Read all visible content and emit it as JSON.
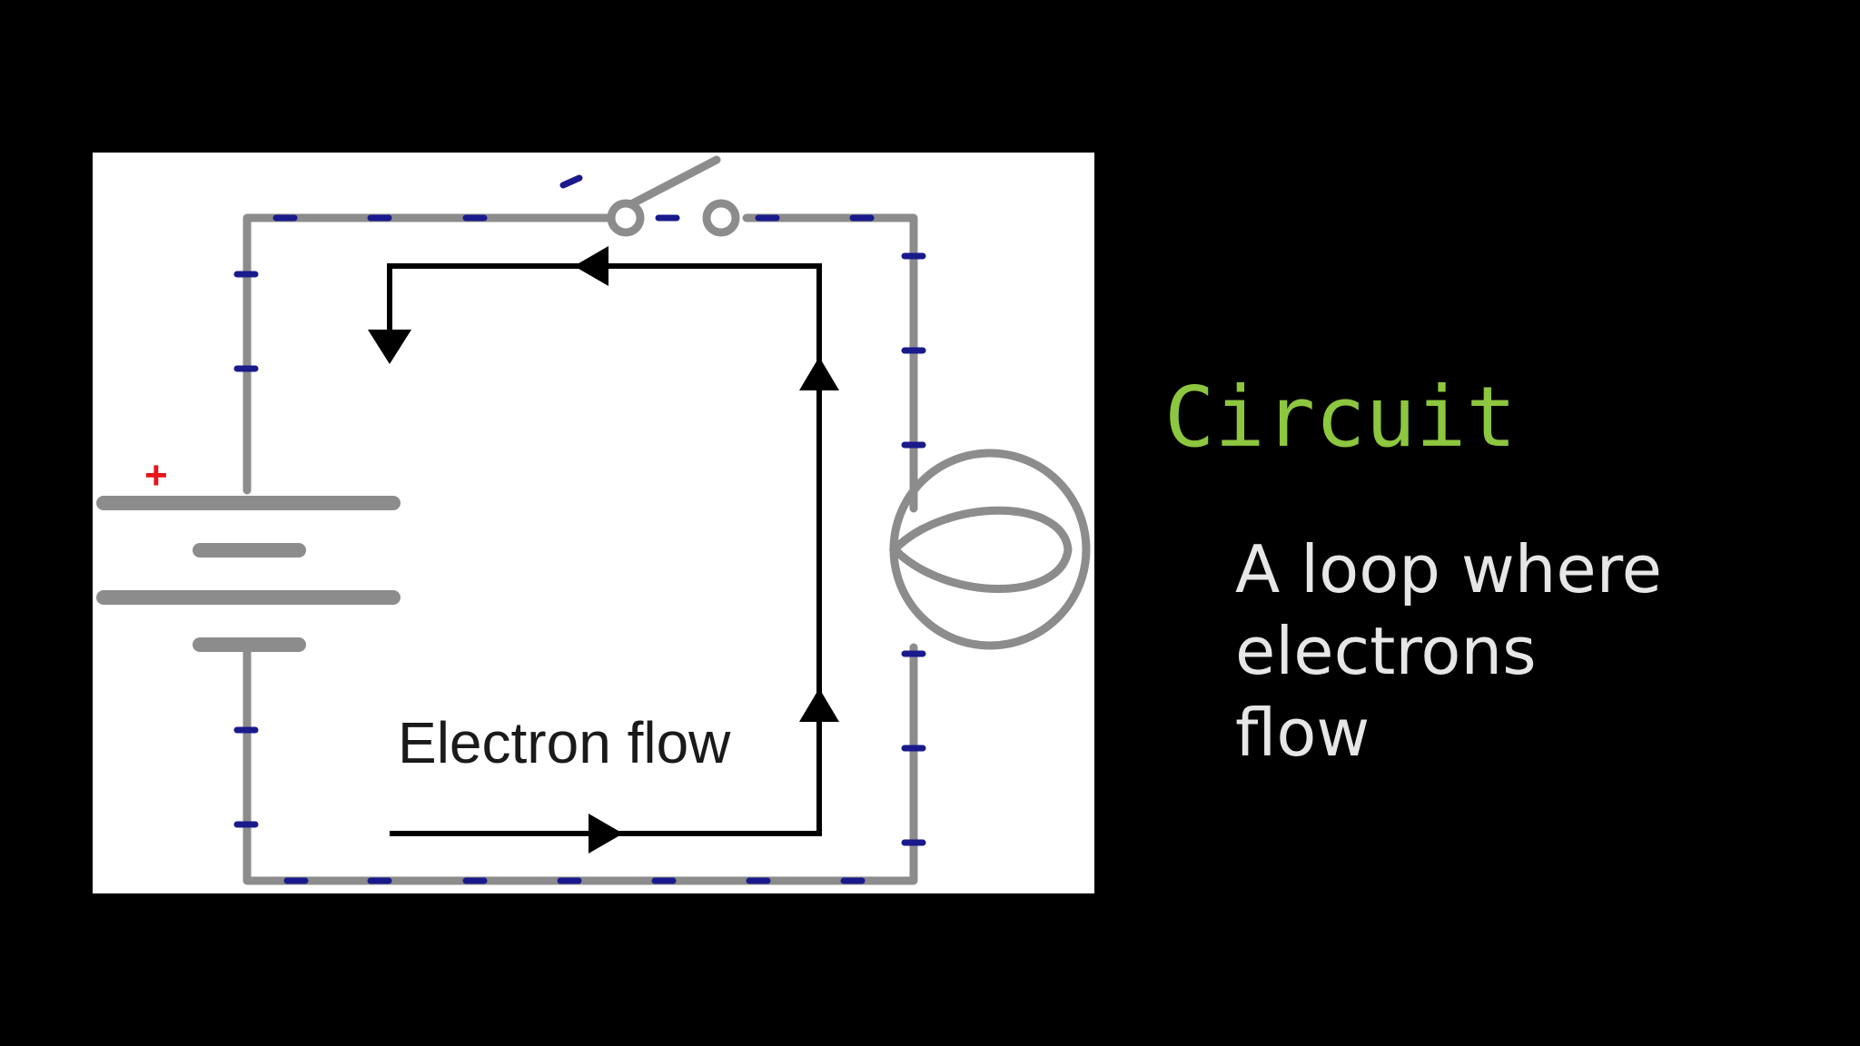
{
  "slide": {
    "title": "Circuit",
    "body_lines": [
      "A loop where",
      "electrons",
      "flow"
    ]
  },
  "diagram": {
    "label": "Electron flow",
    "polarity_symbol": "+",
    "colors": {
      "wire": "#8c8c8c",
      "charge_marks": "#1a1a8c",
      "flow_arrows": "#000000",
      "plus": "#e8141b",
      "title": "#8dc63f",
      "body_text": "#e6e6e6"
    }
  }
}
